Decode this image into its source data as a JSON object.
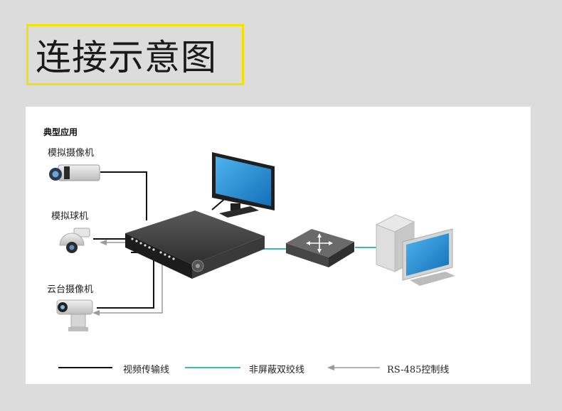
{
  "title": "连接示意图",
  "diagram": {
    "section_label": "典型应用",
    "devices": {
      "analog_camera": "模拟摄像机",
      "analog_dome": "模拟球机",
      "ptz_camera": "云台摄像机"
    },
    "legend": {
      "video_line": "视频传输线",
      "utp_line": "非屏蔽双绞线",
      "rs485_line": "RS-485控制线"
    },
    "colors": {
      "video_line": "#111111",
      "utp_line": "#3cbcae",
      "rs485_line": "#9a9a9a",
      "screen": "#1e8ed6",
      "title_border": "#f2e200"
    }
  }
}
